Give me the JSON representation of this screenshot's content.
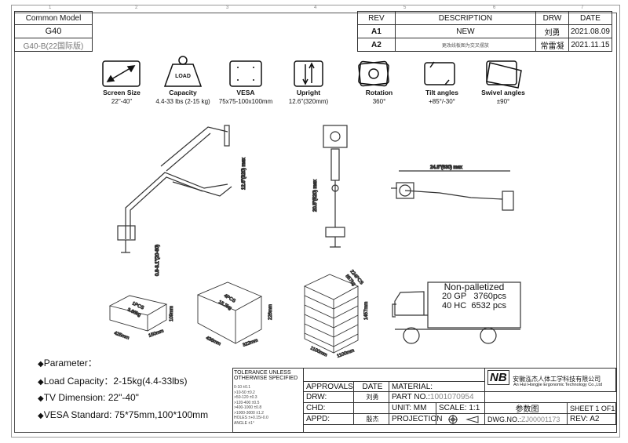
{
  "model_table": {
    "header": "Common Model",
    "model": "G40",
    "variant": "G40-B(22国际版)"
  },
  "revision_table": {
    "headers": [
      "REV",
      "DESCRIPTION",
      "DRW",
      "DATE"
    ],
    "rows": [
      {
        "rev": "A1",
        "description": "NEW",
        "drw": "刘勇",
        "date": "2021.08.09"
      },
      {
        "rev": "A2",
        "description": "更改线板图为交叉摆放",
        "drw": "常雷凝",
        "date": "2021.11.15"
      }
    ]
  },
  "features": [
    {
      "icon": "screen-size-icon",
      "title": "Screen Size",
      "value": "22\"-40\""
    },
    {
      "icon": "load-weight-icon",
      "title": "Capacity",
      "value": "4.4-33 lbs (2-15 kg)",
      "icon_text": "LOAD"
    },
    {
      "icon": "vesa-icon",
      "title": "VESA",
      "value": "75x75-100x100mm"
    },
    {
      "icon": "upright-icon",
      "title": "Upright",
      "value": "12.6\"(320mm)"
    },
    {
      "icon": "rotation-icon",
      "title": "Rotation",
      "value": "360°"
    },
    {
      "icon": "tilt-icon",
      "title": "Tilt angles",
      "value": "+85°/-30°"
    },
    {
      "icon": "swivel-icon",
      "title": "Swivel angles",
      "value": "±90°"
    }
  ],
  "dimensions": {
    "arm_height": "12.6\"(320) max",
    "clamp": "0.8-3.1\"(20-80)",
    "pole_height": "20.5\"(520) max",
    "reach": "24.8\"(630) max"
  },
  "packaging": [
    {
      "pcs": "1PCS",
      "weight": "3.66kg",
      "length": "425mm",
      "width": "150mm",
      "height": "109mm"
    },
    {
      "pcs": "4PCS",
      "weight": "15.3kg",
      "length": "436mm",
      "width": "322mm",
      "height": "226mm"
    },
    {
      "pcs": "224PCS",
      "weight": "857kg",
      "length": "1100mm",
      "width": "1100mm",
      "height": "1457mm"
    }
  ],
  "shipping": {
    "title": "Non-palletized",
    "rows": [
      {
        "container": "20 GP",
        "qty": "3760pcs"
      },
      {
        "container": "40 HC",
        "qty": "6532 pcs"
      }
    ]
  },
  "parameters": [
    "Parameter：",
    "Load Capacity：2-15kg(4.4-33lbs)",
    "TV Dimension:   22\"-40\"",
    "VESA Standard: 75*75mm,100*100mm"
  ],
  "tolerance": {
    "title": "TOLERANCE UNLESS OTHERWISE SPECIFIED",
    "rows": [
      "0-10    ±0.1",
      ">10-50    ±0.2",
      ">50-120    ±0.3",
      ">120-400    ±0.5",
      ">400-1000    ±0.8",
      ">1000-3000  ±1.2",
      "HOLES ±+0.15/-0.0",
      "ANGLE ±1°"
    ]
  },
  "title_block": {
    "approvals": "APPROVALS",
    "date": "DATE",
    "drw": "DRW:",
    "drw_name": "刘勇",
    "chd": "CHD:",
    "appd": "APPD:",
    "appd_name": "殷杰",
    "material": "MATERIAL:",
    "part_no_label": "PART NO.:",
    "part_no": "1001070954",
    "unit": "UNIT:  MM",
    "scale": "SCALE:   1:1",
    "projection": "PROJECTION",
    "company_cn": "安徽泓杰人体工学科技有限公司",
    "company_en": "An Hui Hongjie Ergonomic Technology Co.,Ltd",
    "logo": "NB",
    "drawing_title": "参数图",
    "sheet": "SHEET 1 OF1",
    "dwg_label": "DWG.NO.:",
    "dwg_no": "ZJ00001173",
    "rev": "REV:  A2"
  },
  "grid_numbers": [
    "1",
    "2",
    "3",
    "4",
    "5",
    "6",
    "7"
  ]
}
